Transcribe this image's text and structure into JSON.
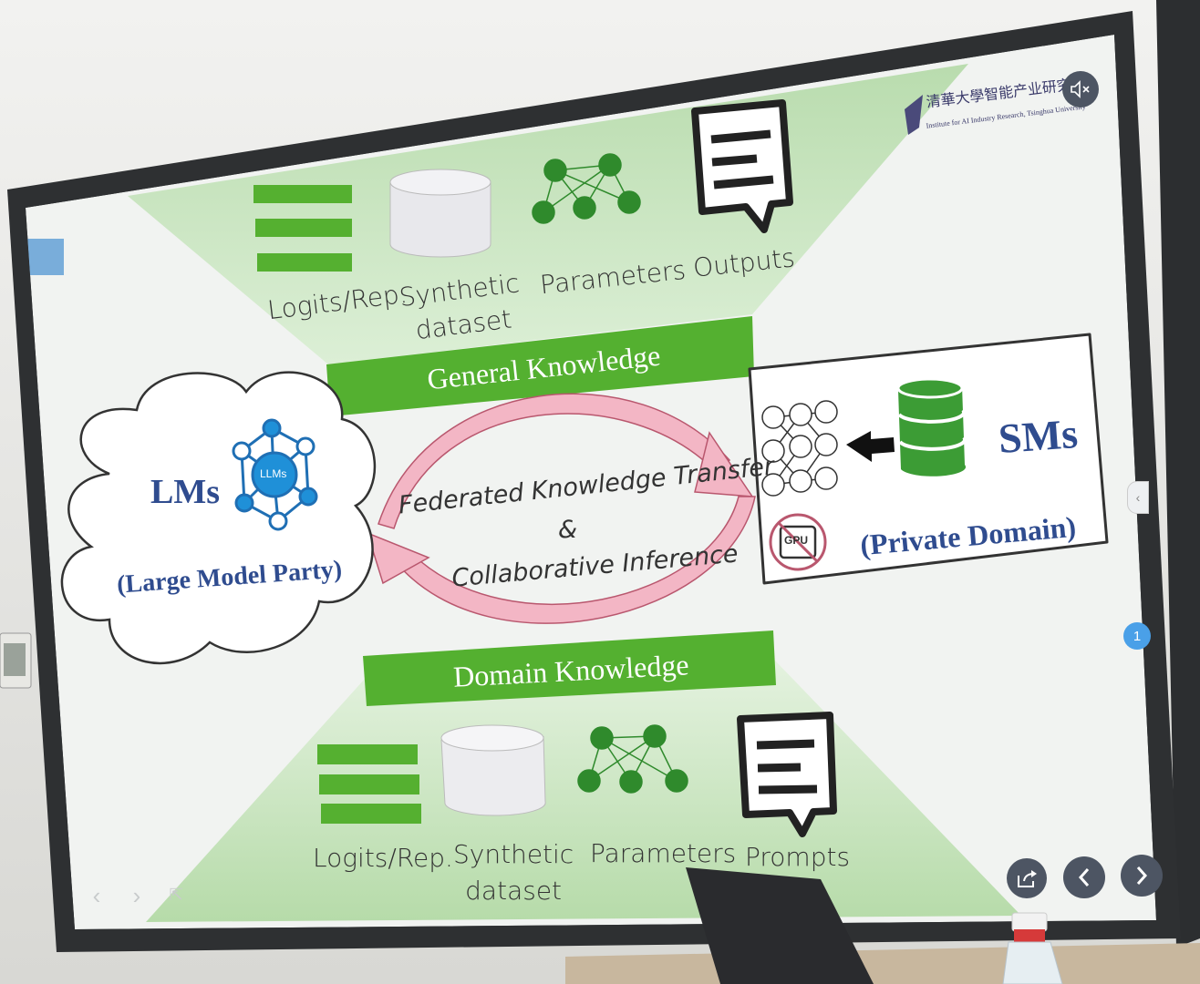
{
  "logo": {
    "chinese": "清華大學智能产业研究院",
    "english": "Institute for AI Industry Research, Tsinghua University"
  },
  "top_panel": {
    "items": [
      {
        "icon": "bars-icon",
        "label": "Logits/Rep."
      },
      {
        "icon": "database-icon",
        "label": "Synthetic\ndataset"
      },
      {
        "icon": "network-icon",
        "label": "Parameters"
      },
      {
        "icon": "document-icon",
        "label": "Outputs"
      }
    ],
    "banner": "General Knowledge"
  },
  "bottom_panel": {
    "banner": "Domain Knowledge",
    "items": [
      {
        "icon": "bars-icon",
        "label": "Logits/Rep."
      },
      {
        "icon": "database-icon",
        "label": "Synthetic\ndataset"
      },
      {
        "icon": "network-icon",
        "label": "Parameters"
      },
      {
        "icon": "document-icon",
        "label": "Prompts"
      }
    ]
  },
  "left_party": {
    "title": "LMs",
    "subtitle": "(Large Model Party)",
    "hub_label": "LLMs"
  },
  "right_party": {
    "title": "SMs",
    "subtitle": "(Private Domain)",
    "gpu_label": "GPU"
  },
  "center": {
    "line1": "Federated  Knowledge Transfer",
    "line2": "&",
    "line3": "Collaborative Inference"
  },
  "overlay": {
    "page_badge": "1",
    "mute_icon": "mute-icon"
  },
  "colors": {
    "green": "#54b030",
    "dark_green": "#2f8a2c",
    "light_green": "#cfe6c8",
    "party_blue": "#2f4c8f",
    "arrow_pink": "#f2aebe"
  }
}
